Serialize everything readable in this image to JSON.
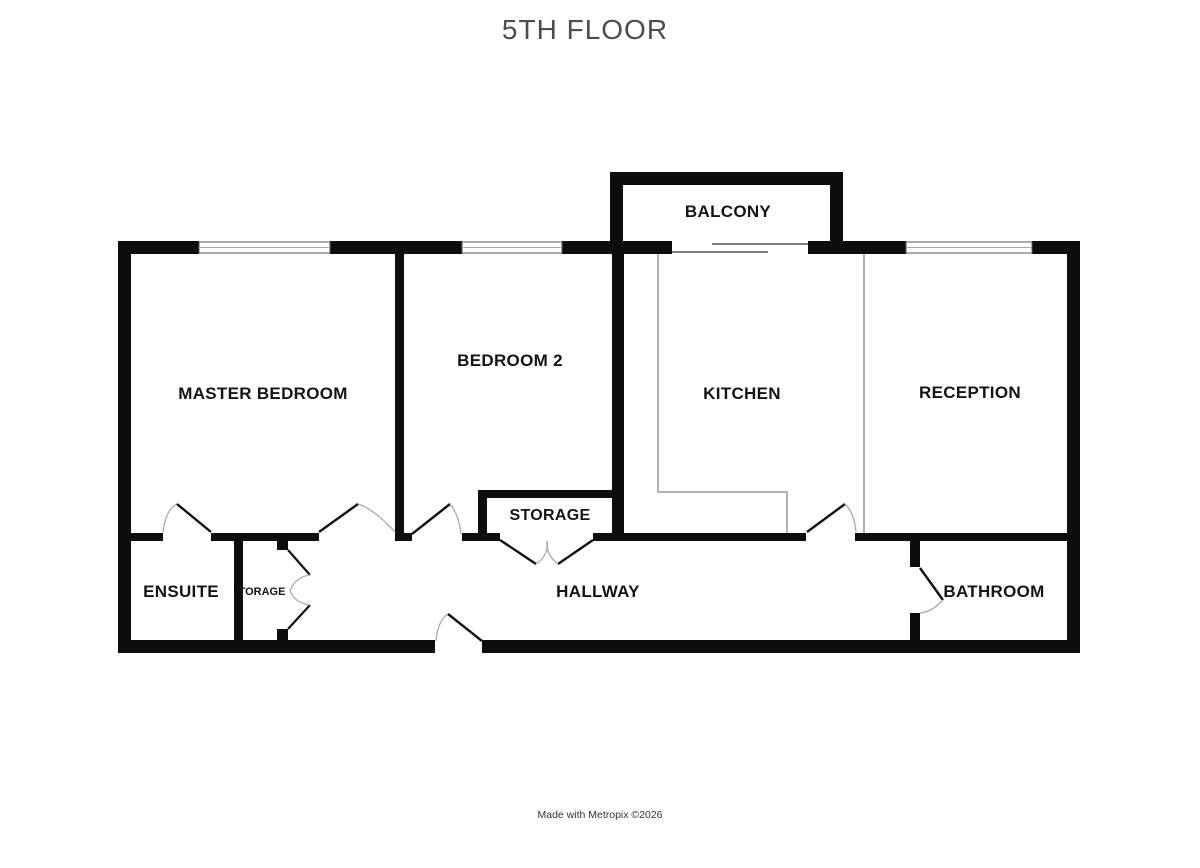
{
  "title": "5TH FLOOR",
  "footer": "Made with Metropix ©2026",
  "rooms": {
    "balcony": {
      "label": "BALCONY"
    },
    "master_bedroom": {
      "label": "MASTER BEDROOM"
    },
    "bedroom_2": {
      "label": "BEDROOM 2"
    },
    "kitchen": {
      "label": "KITCHEN"
    },
    "reception": {
      "label": "RECEPTION"
    },
    "storage": {
      "label": "STORAGE"
    },
    "ensuite": {
      "label": "ENSUITE"
    },
    "storage_cupboard": {
      "label": "TORAGE"
    },
    "hallway": {
      "label": "HALLWAY"
    },
    "bathroom": {
      "label": "BATHROOM"
    }
  },
  "features": {
    "windows": 3,
    "single_doors": 6,
    "double_doors": 2,
    "sliding_door": "balcony"
  },
  "colors": {
    "wall": "#0d0d0d",
    "thin_line": "#999999",
    "label": "#141414",
    "title": "#4d4d4d"
  }
}
